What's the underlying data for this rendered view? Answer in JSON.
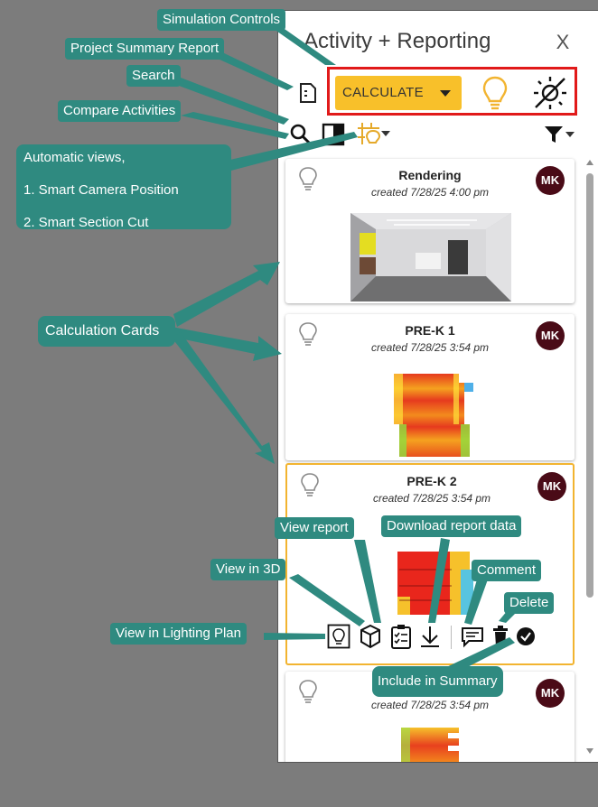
{
  "panel": {
    "title": "Activity + Reporting",
    "close_label": "X",
    "calculate_label": "CALCULATE"
  },
  "colors": {
    "accent_yellow": "#f8c02a",
    "callout_teal": "#2f8a80",
    "highlight_red": "#e11a1a",
    "avatar_maroon": "#4a0b17",
    "selected_border": "#f2b430"
  },
  "icons": [
    "report-icon",
    "search-icon",
    "compare-icon",
    "auto-view-icon",
    "filter-icon",
    "lightbulb-icon",
    "no-daylight-icon",
    "view-in-plan-icon",
    "view-3d-icon",
    "view-report-icon",
    "download-icon",
    "comment-icon",
    "delete-icon",
    "include-check-icon"
  ],
  "cards": [
    {
      "title": "Rendering",
      "created": "created 7/28/25 4:00 pm",
      "avatar": "MK"
    },
    {
      "title": "PRE-K 1",
      "created": "created 7/28/25 3:54 pm",
      "avatar": "MK"
    },
    {
      "title": "PRE-K 2",
      "created": "created 7/28/25 3:54 pm",
      "avatar": "MK"
    },
    {
      "title": "",
      "created": "created 7/28/25 3:54 pm",
      "avatar": "MK"
    }
  ],
  "callouts": {
    "simulation_controls": "Simulation Controls",
    "project_summary": "Project Summary Report",
    "search": "Search",
    "compare": "Compare Activities",
    "auto_views": [
      "Automatic views,",
      "1. Smart Camera Position",
      "2. Smart Section Cut"
    ],
    "calculation_cards": "Calculation Cards",
    "view_report": "View report",
    "download_data": "Download report data",
    "view_3d": "View in 3D",
    "comment": "Comment",
    "delete": "Delete",
    "view_plan": "View in Lighting Plan",
    "include_summary": "Include in Summary"
  }
}
